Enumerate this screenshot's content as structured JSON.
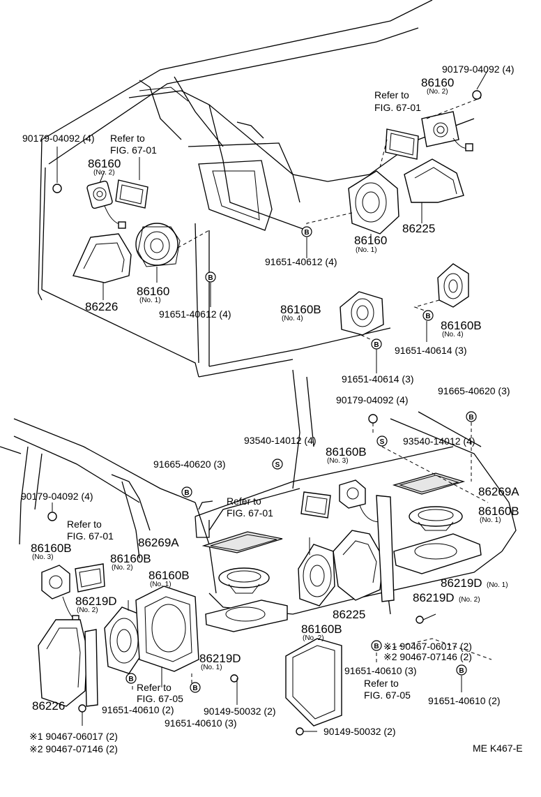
{
  "drawing_code": "ME K467-E",
  "markers": {
    "b": "B",
    "s": "S"
  },
  "labels": {
    "bolt_90179_tr": "90179-04092 (4)",
    "p86160_tr": "86160",
    "no2_tr": "(No. 2)",
    "refer_tr_1": "Refer to",
    "refer_tr_2": "FIG. 67-01",
    "bolt_90179_tl": "90179-04092 (4)",
    "refer_tl_1": "Refer to",
    "refer_tl_2": "FIG. 67-01",
    "p86160_tl": "86160",
    "no2_tl": "(No. 2)",
    "p86160_no1_r": "86160",
    "no1_r": "(No. 1)",
    "p86225_top": "86225",
    "screw_91651_612_r": "91651-40612 (4)",
    "p86160_no1_l": "86160",
    "no1_l": "(No. 1)",
    "p86226_top": "86226",
    "screw_91651_612_l": "91651-40612 (4)",
    "p86160b_no4_l": "86160B",
    "no4_l": "(No. 4)",
    "p86160b_no4_r": "86160B",
    "no4_r": "(No. 4)",
    "screw_91651_614_r": "91651-40614 (3)",
    "screw_91651_614_c": "91651-40614 (3)",
    "screw_91665_620_r": "91665-40620 (3)",
    "bolt_90179_mid": "90179-04092 (4)",
    "screw_93540_l": "93540-14012 (4)",
    "screw_93540_r": "93540-14012 (4)",
    "p86160b_no3_c": "86160B",
    "no3_c": "(No. 3)",
    "screw_91665_620_l": "91665-40620 (3)",
    "p86269a_r": "86269A",
    "p86160b_no1_r": "86160B",
    "no1_b_r": "(No. 1)",
    "bolt_90179_bl": "90179-04092 (4)",
    "refer_c_1": "Refer to",
    "refer_c_2": "FIG. 67-01",
    "refer_bl_1": "Refer to",
    "refer_bl_2": "FIG. 67-01",
    "p86269a_c": "86269A",
    "p86160b_no3_l": "86160B",
    "no3_l": "(No. 3)",
    "p86160b_no2_l": "86160B",
    "no2_b_l": "(No. 2)",
    "p86160b_no1_c": "86160B",
    "no1_b_c": "(No. 1)",
    "p86219d_no1_r": "86219D",
    "no1_d_r": "(No. 1)",
    "p86219d_no2_l": "86219D",
    "no2_d_l": "(No. 2)",
    "p86219d_no2_r": "86219D",
    "no2_d_r": "(No. 2)",
    "p86225_bot": "86225",
    "p86160b_no2_c": "86160B",
    "no2_b_c": "(No. 2)",
    "screw_90467_017_r": "※1 90467-06017 (2)",
    "screw_90467_146_r": "※2 90467-07146 (2)",
    "p86219d_no1_c": "86219D",
    "no1_d_c": "(No. 1)",
    "screw_91651_610_c": "91651-40610 (3)",
    "refer_br_1": "Refer to",
    "refer_br_2": "FIG. 67-05",
    "screw_91651_610_r": "91651-40610 (2)",
    "refer_bc_1": "Refer to",
    "refer_bc_2": "FIG. 67-05",
    "screw_91651_610_l": "91651-40610 (2)",
    "screw_90149_c": "90149-50032 (2)",
    "p86226_bot": "86226",
    "screw_91651_610_bc": "91651-40610 (3)",
    "screw_90149_b": "90149-50032 (2)",
    "screw_90467_017_l": "※1  90467-06017 (2)",
    "screw_90467_146_l": "※2  90467-07146 (2)"
  }
}
